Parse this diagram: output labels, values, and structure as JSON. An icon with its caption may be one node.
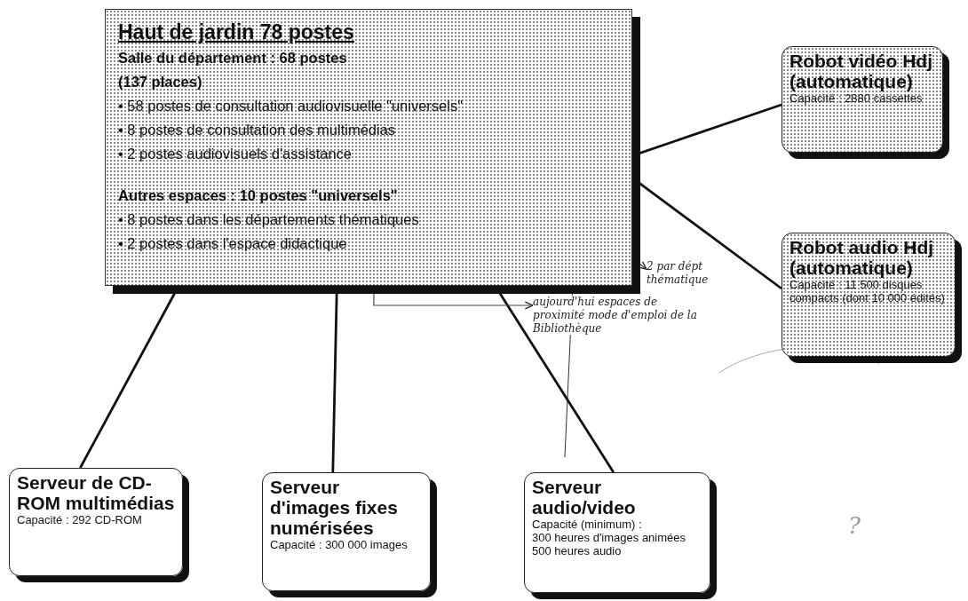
{
  "diagram": {
    "nodes": [
      {
        "text": [
          "Haut de jardin 78 postes",
          "Salle du département : 68 postes",
          "(137 places)",
          "• 58 postes de consultation audiovisuelle \"universels\"",
          "• 8 postes de consultation des multimédias",
          "• 2 postes audiovisuels d'assistance",
          "Autres espaces : 10 postes \"universels\"",
          "• 8 postes dans les départements thématiques",
          "• 2 postes dans l'espace didactique"
        ]
      },
      {
        "text": [
          "Robot vidéo Hdj (automatique)",
          "Capacité : 2880 cassettes"
        ]
      },
      {
        "text": [
          "Robot audio Hdj (automatique)",
          "Capacité : 11 500 disques compacts (dont 10 000 édités)"
        ]
      },
      {
        "text": [
          "Serveur de CD-ROM multimédias",
          "Capacité : 292 CD-ROM"
        ]
      },
      {
        "text": [
          "Serveur d'images fixes numérisées",
          "Capacité : 300 000 images"
        ]
      },
      {
        "text": [
          "Serveur audio/video",
          "Capacité (minimum) :",
          "300 heures d'images animées",
          "500 heures audio"
        ]
      },
      {
        "text": [
          "2 par dépt thématique"
        ]
      },
      {
        "text": [
          "aujourd'hui espaces de proximité mode d'emploi de la Bibliothèque"
        ]
      }
    ],
    "edges": [
      {
        "from": 0,
        "to": 1,
        "arrow": "none"
      },
      {
        "from": 0,
        "to": 2,
        "arrow": "none"
      },
      {
        "from": 0,
        "to": 3,
        "arrow": "none"
      },
      {
        "from": 0,
        "to": 4,
        "arrow": "none"
      },
      {
        "from": 0,
        "to": 5,
        "arrow": "none"
      },
      {
        "from": 0,
        "to": 6,
        "arrow": "to",
        "color": "#444444"
      },
      {
        "from": 0,
        "to": 7,
        "arrow": "to",
        "color": "#444444"
      }
    ],
    "labels": [
      "?"
    ]
  }
}
